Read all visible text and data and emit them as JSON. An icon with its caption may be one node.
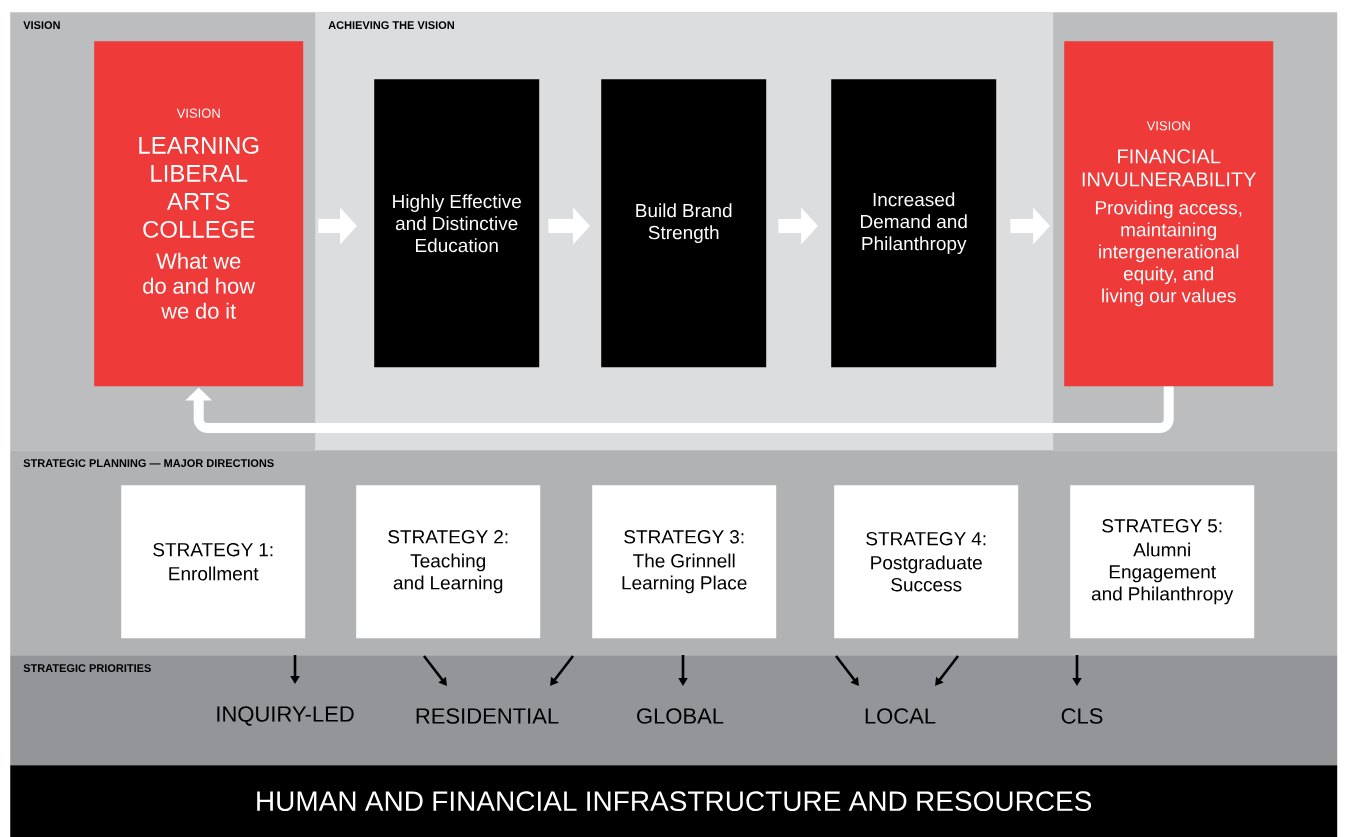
{
  "diagram": {
    "nodes": [
      {
        "text": [
          "VISION"
        ]
      },
      {
        "text": [
          "VISION",
          "LEARNING LIBERAL ARTS COLLEGE",
          "What we do and how we do it"
        ],
        "in": 0
      },
      {
        "text": [
          "ACHIEVING THE VISION"
        ],
        "in": 0
      },
      {
        "text": [
          "Highly Effective and Distinctive Education"
        ],
        "in": 2
      },
      {
        "text": [
          "Build Brand Strength"
        ],
        "in": 2
      },
      {
        "text": [
          "Increased Demand and Philanthropy"
        ],
        "in": 2
      },
      {
        "text": [
          "VISION",
          "FINANCIAL INVULNERABILITY",
          "Providing access, maintaining intergenerational equity, and living our values"
        ],
        "in": 0
      },
      {
        "text": [
          "STRATEGIC PLANNING — MAJOR DIRECTIONS"
        ]
      },
      {
        "text": [
          "STRATEGY 1:",
          "Enrollment"
        ],
        "in": 7
      },
      {
        "text": [
          "STRATEGY 2:",
          "Teaching and Learning"
        ],
        "in": 7
      },
      {
        "text": [
          "STRATEGY 3:",
          "The Grinnell Learning Place"
        ],
        "in": 7
      },
      {
        "text": [
          "STRATEGY 4:",
          "Postgraduate Success"
        ],
        "in": 7
      },
      {
        "text": [
          "STRATEGY 5:",
          "Alumni Engagement and Philanthropy"
        ],
        "in": 7
      },
      {
        "text": [
          "STRATEGIC PRIORITIES"
        ]
      },
      {
        "text": [
          "INQUIRY-LED"
        ],
        "in": 13
      },
      {
        "text": [
          "RESIDENTIAL"
        ],
        "in": 13
      },
      {
        "text": [
          "GLOBAL"
        ],
        "in": 13
      },
      {
        "text": [
          "LOCAL"
        ],
        "in": 13
      },
      {
        "text": [
          "CLS"
        ],
        "in": 13
      },
      {
        "text": [
          "HUMAN AND FINANCIAL INFRASTRUCTURE AND RESOURCES"
        ]
      }
    ],
    "edges": [
      {
        "from": 1,
        "to": 3,
        "arrow": "to",
        "style": "thick",
        "color": "#ffffff"
      },
      {
        "from": 3,
        "to": 4,
        "arrow": "to",
        "style": "thick",
        "color": "#ffffff"
      },
      {
        "from": 4,
        "to": 5,
        "arrow": "to",
        "style": "thick",
        "color": "#ffffff"
      },
      {
        "from": 5,
        "to": 6,
        "arrow": "to",
        "style": "thick",
        "color": "#ffffff"
      },
      {
        "from": 6,
        "to": 1,
        "arrow": "to",
        "style": "thick",
        "color": "#ffffff"
      },
      {
        "from": null,
        "to": 14,
        "arrow": "to"
      },
      {
        "from": null,
        "to": 15,
        "arrow": "to"
      },
      {
        "from": null,
        "to": 15,
        "arrow": "to"
      },
      {
        "from": null,
        "to": 16,
        "arrow": "to"
      },
      {
        "from": null,
        "to": 17,
        "arrow": "to"
      },
      {
        "from": null,
        "to": 17,
        "arrow": "to"
      },
      {
        "from": null,
        "to": 18,
        "arrow": "to"
      }
    ]
  }
}
